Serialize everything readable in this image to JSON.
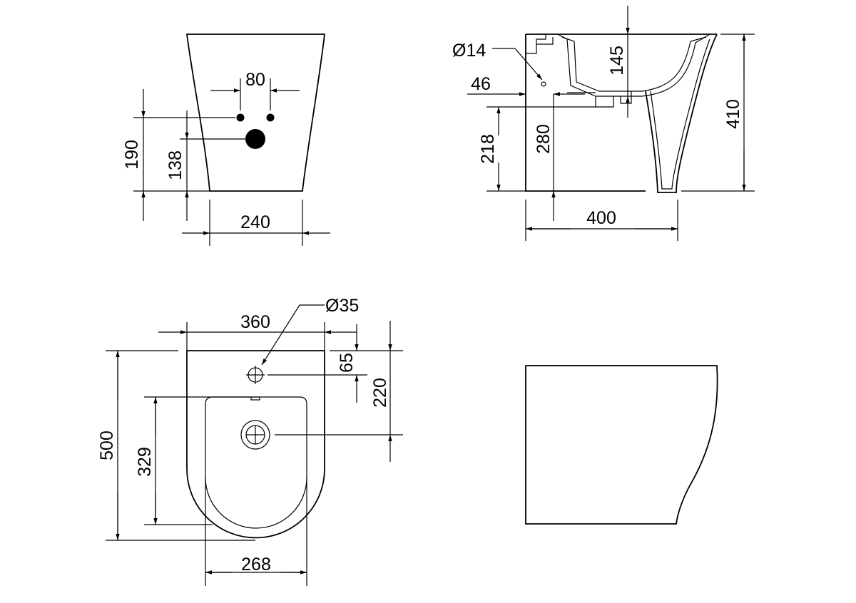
{
  "views": {
    "rear": {
      "dims": {
        "width": "240",
        "holes_spacing": "80",
        "height_holes": "190",
        "height_outlet": "138"
      }
    },
    "side": {
      "dims": {
        "tap_hole": "Ø14",
        "rim_depth": "145",
        "overflow_offset": "46",
        "height_218": "218",
        "height_280": "280",
        "height_total": "410",
        "depth": "400"
      }
    },
    "top": {
      "dims": {
        "tap_hole": "Ø35",
        "width": "360",
        "tap_offset": "65",
        "drain_offset": "220",
        "length": "500",
        "bowl_length": "329",
        "bowl_width": "268"
      }
    },
    "profile": {}
  }
}
